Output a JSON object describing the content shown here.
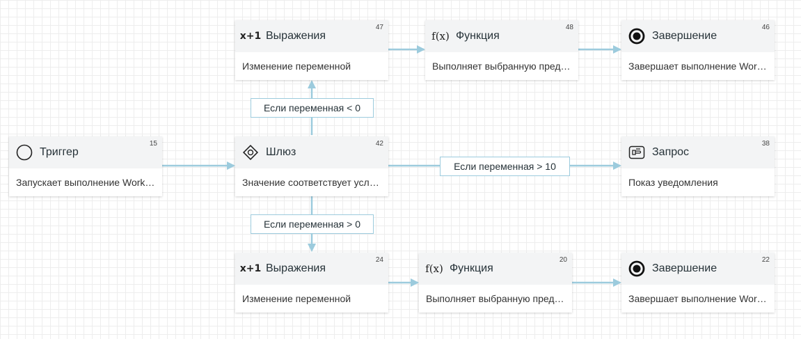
{
  "colors": {
    "edge": "#9ccbdd",
    "node_header": "#f3f4f5",
    "title_text": "#263238"
  },
  "nodes": {
    "trigger": {
      "title": "Триггер",
      "id": "15",
      "desc": "Запускает выполнение Workflow",
      "icon": "circle-outline-icon"
    },
    "gateway": {
      "title": "Шлюз",
      "id": "42",
      "desc": "Значение соответствует условию",
      "icon": "diamond-icon"
    },
    "expr_top": {
      "title": "Выражения",
      "id": "47",
      "desc": "Изменение переменной",
      "icon": "x-plus-one-icon",
      "icon_text": "x+1"
    },
    "func_top": {
      "title": "Функция",
      "id": "48",
      "desc": "Выполняет выбранную предопределенную функцию",
      "icon": "function-icon",
      "icon_text": "f(x)"
    },
    "end_top": {
      "title": "Завершение",
      "id": "46",
      "desc": "Завершает выполнение Workflow",
      "icon": "end-circle-icon"
    },
    "request": {
      "title": "Запрос",
      "id": "38",
      "desc": "Показ уведомления",
      "icon": "request-icon"
    },
    "expr_bottom": {
      "title": "Выражения",
      "id": "24",
      "desc": "Изменение переменной",
      "icon": "x-plus-one-icon",
      "icon_text": "x+1"
    },
    "func_bottom": {
      "title": "Функция",
      "id": "20",
      "desc": "Выполняет выбранную предопределенную функцию",
      "icon": "function-icon",
      "icon_text": "f(x)"
    },
    "end_bottom": {
      "title": "Завершение",
      "id": "22",
      "desc": "Завершает выполнение Workflow",
      "icon": "end-circle-icon"
    }
  },
  "edge_labels": {
    "less_zero": "Если переменная < 0",
    "greater_ten": "Если переменная > 10",
    "greater_zero": "Если переменная > 0"
  }
}
